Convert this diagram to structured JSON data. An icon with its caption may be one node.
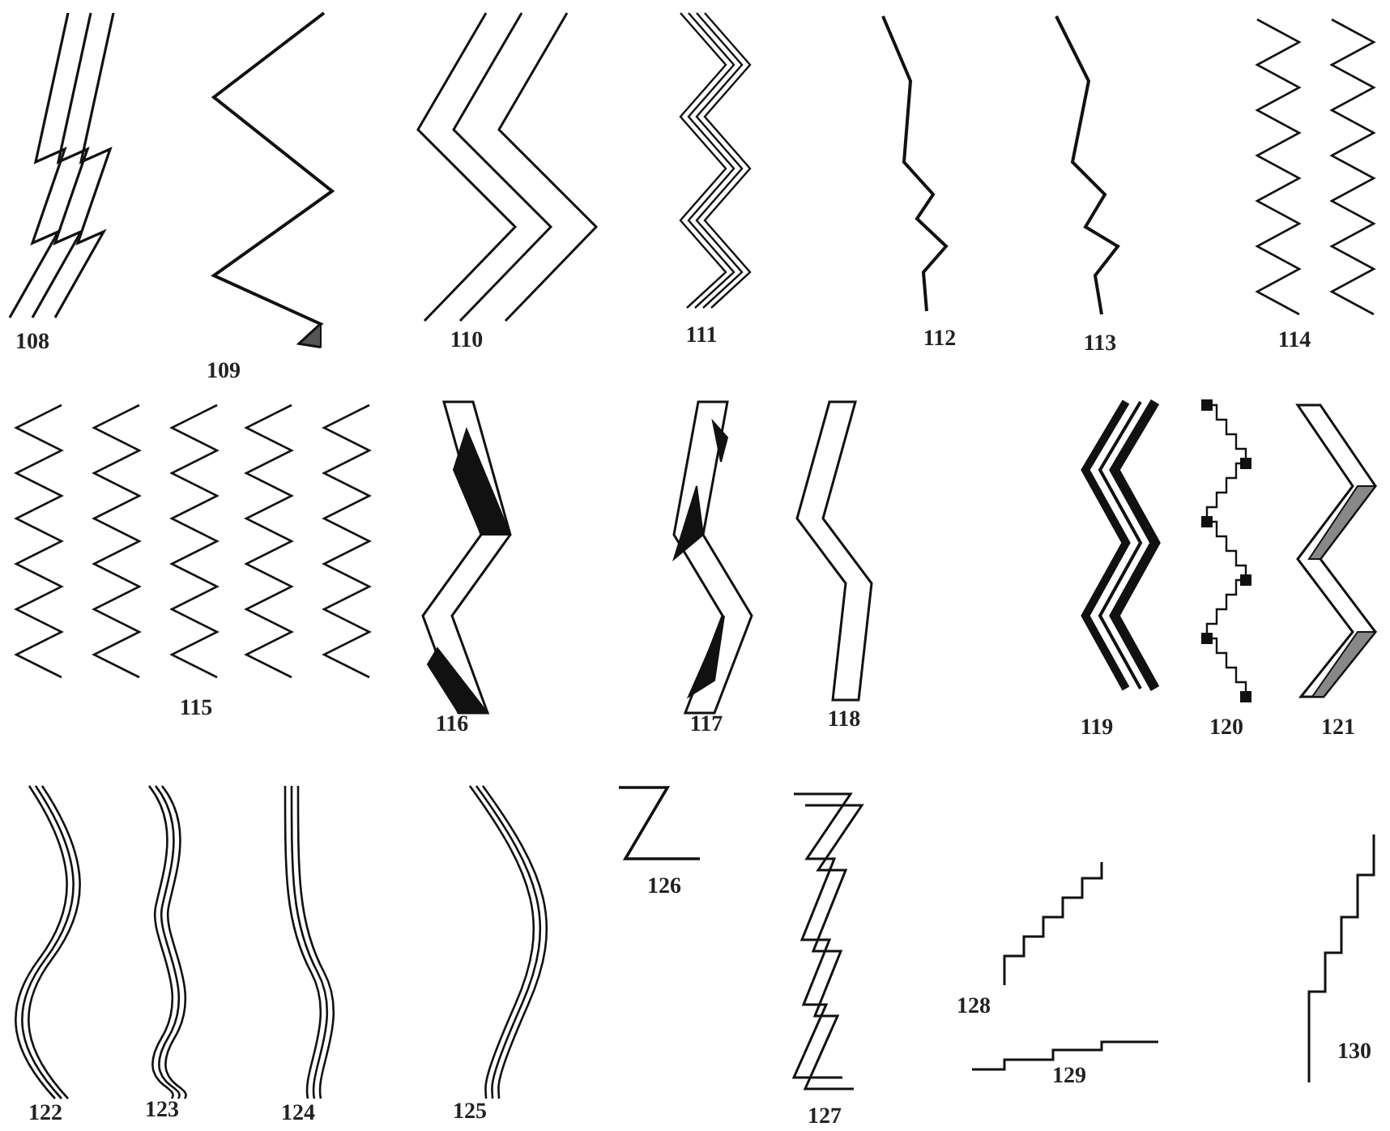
{
  "diagram": {
    "labels": [
      "108",
      "109",
      "110",
      "111",
      "112",
      "113",
      "114",
      "115",
      "116",
      "117",
      "118",
      "119",
      "120",
      "121",
      "122",
      "123",
      "124",
      "125",
      "126",
      "127",
      "128",
      "129",
      "130"
    ]
  }
}
